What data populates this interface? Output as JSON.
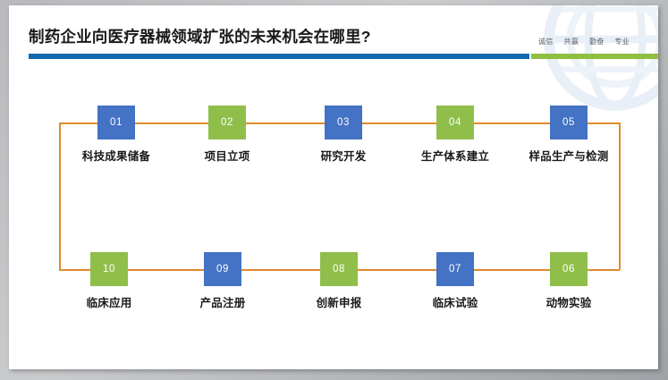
{
  "slide": {
    "title": "制药企业向医疗器械领域扩张的未来机会在哪里?",
    "slogan": [
      "诚信",
      "共赢",
      "勤奋",
      "专业"
    ],
    "colors": {
      "rule_blue": "#1169b0",
      "rule_green": "#8fbf40",
      "node_blue": "#4472c4",
      "node_green": "#8fbf4a",
      "connector": "#e08b2e",
      "background": "#ffffff",
      "frame": "#b7b9bc"
    }
  },
  "flow": {
    "top_row": [
      {
        "number": "01",
        "label": "科技成果储备",
        "color": "blue"
      },
      {
        "number": "02",
        "label": "项目立项",
        "color": "green"
      },
      {
        "number": "03",
        "label": "研究开发",
        "color": "blue"
      },
      {
        "number": "04",
        "label": "生产体系建立",
        "color": "green"
      },
      {
        "number": "05",
        "label": "样品生产与检测",
        "color": "blue"
      }
    ],
    "bottom_row": [
      {
        "number": "10",
        "label": "临床应用",
        "color": "green"
      },
      {
        "number": "09",
        "label": "产品注册",
        "color": "blue"
      },
      {
        "number": "08",
        "label": "创新申报",
        "color": "green"
      },
      {
        "number": "07",
        "label": "临床试验",
        "color": "blue"
      },
      {
        "number": "06",
        "label": "动物实验",
        "color": "green"
      }
    ]
  },
  "icons": {
    "globe_watermark": "globe-watermark"
  }
}
